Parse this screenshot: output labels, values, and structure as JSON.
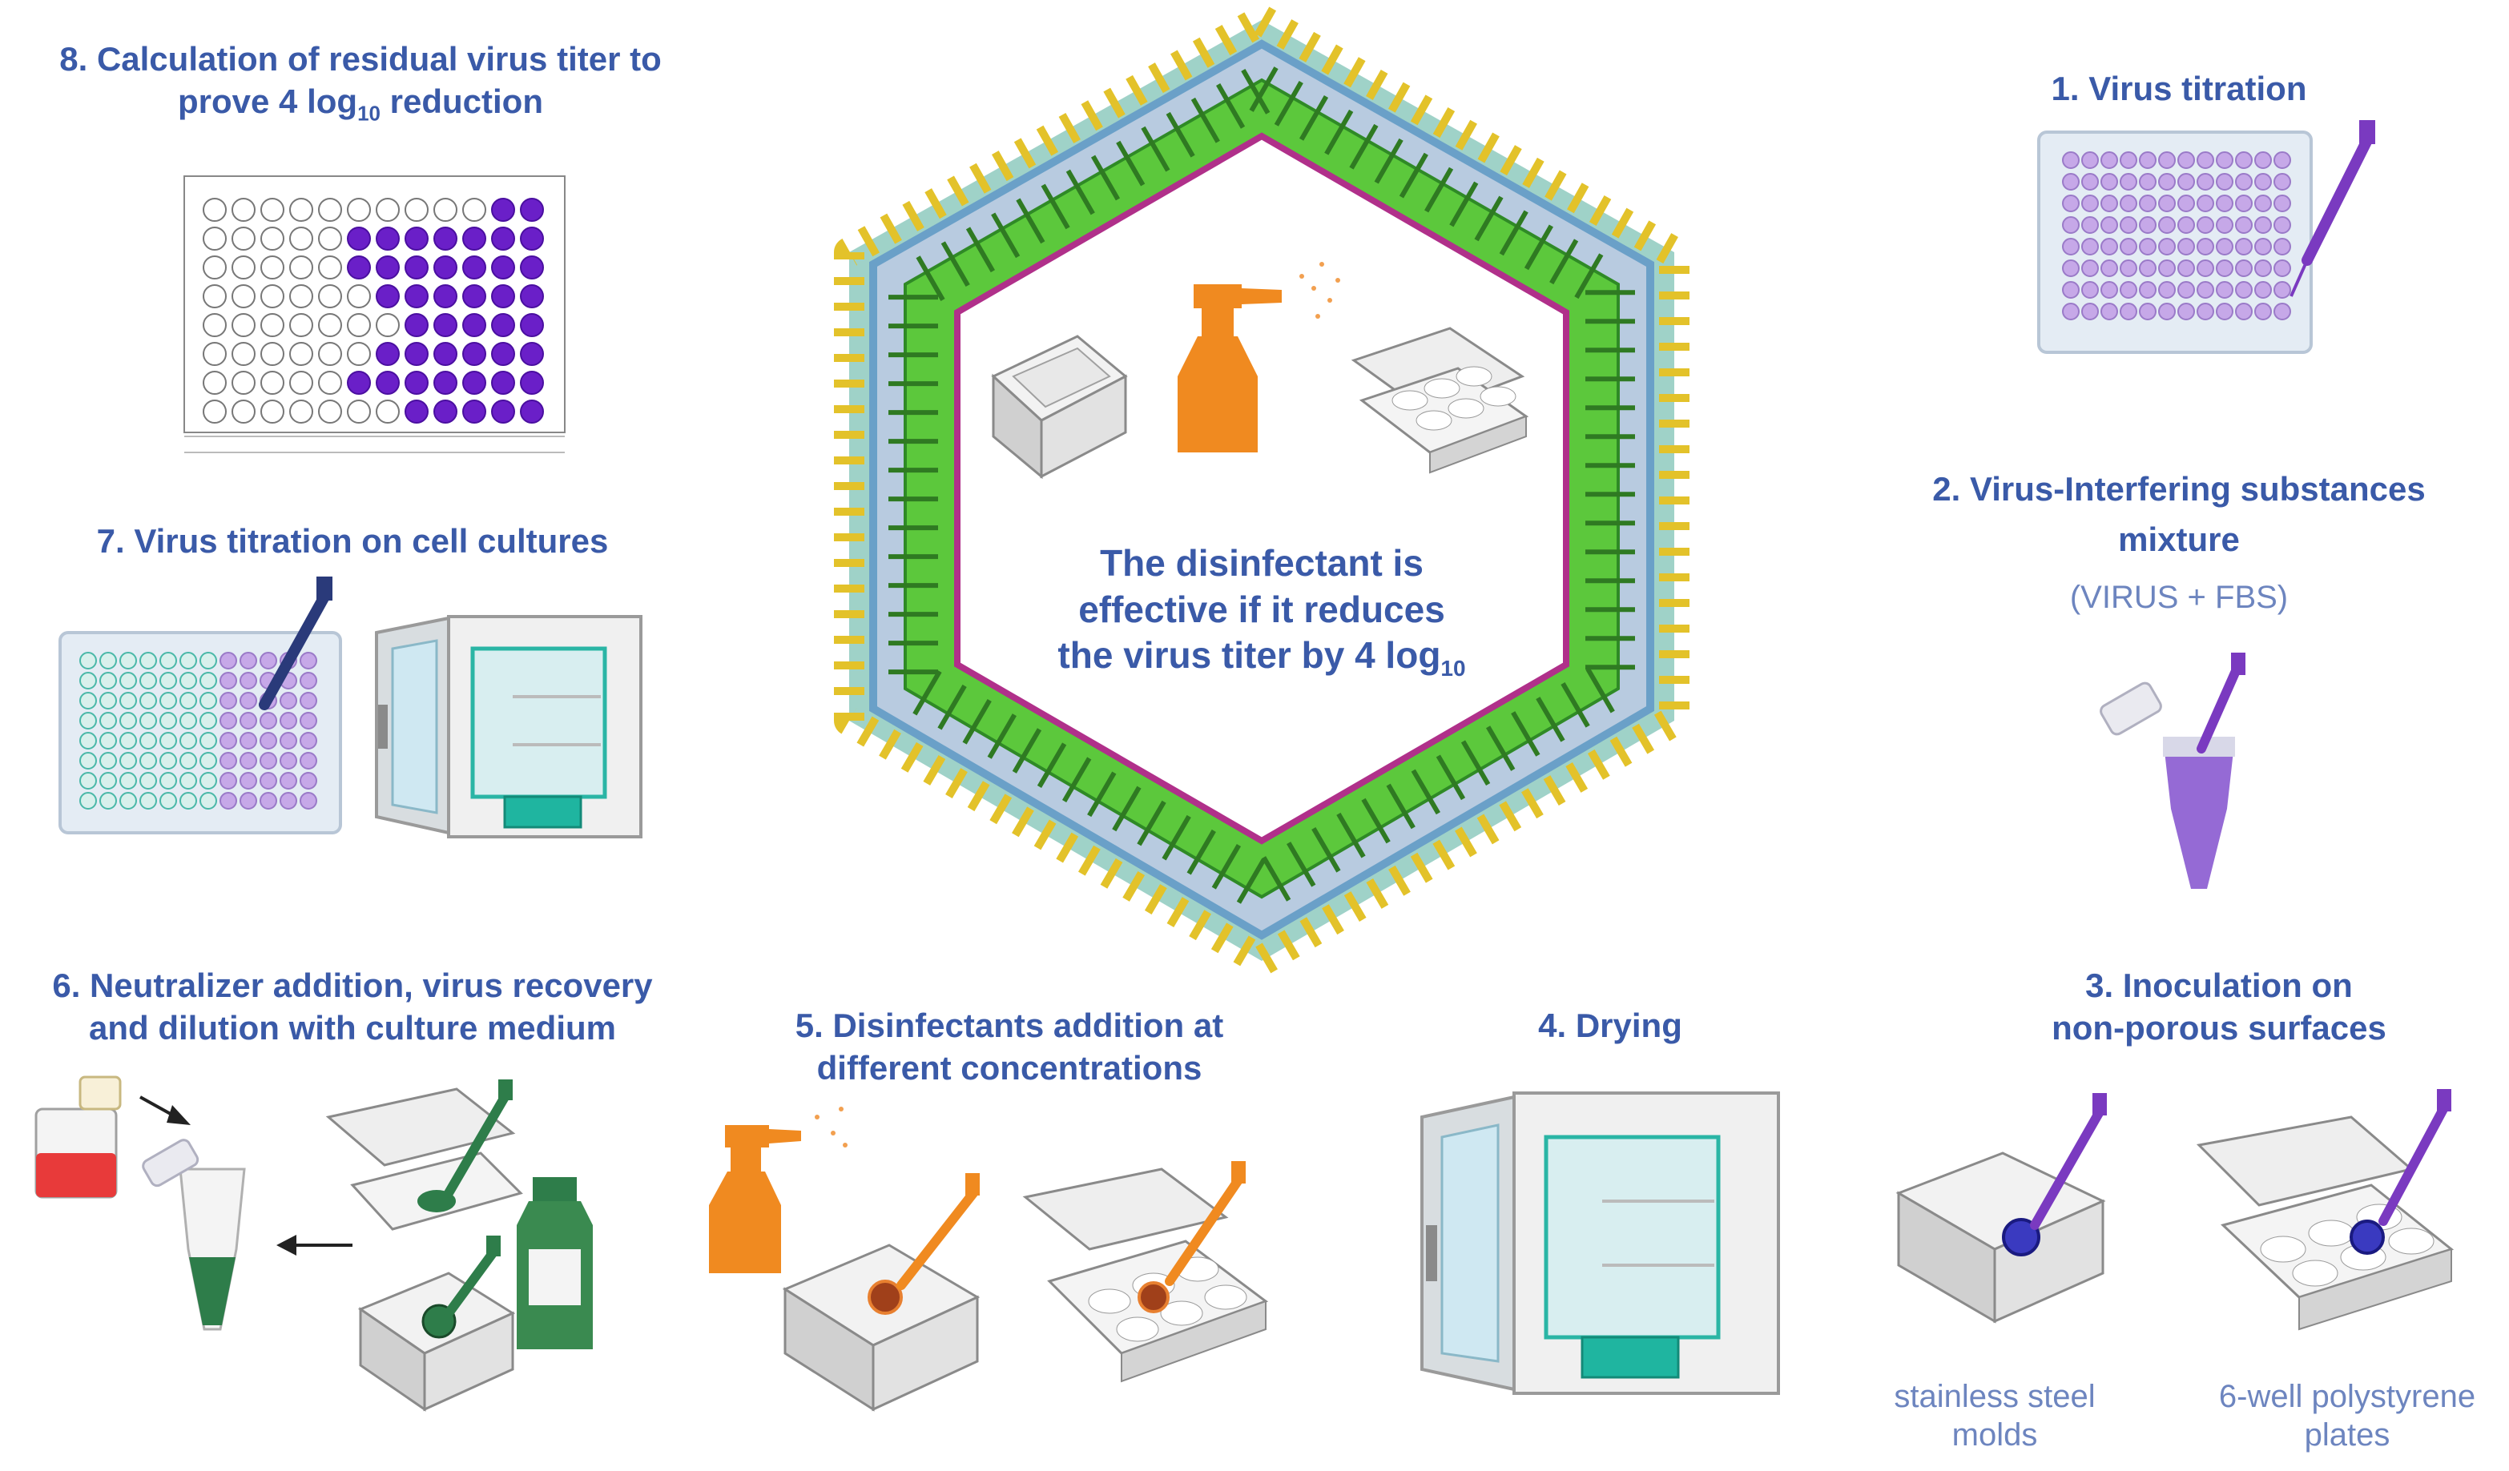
{
  "center": {
    "line1": "The disinfectant is",
    "line2": "effective if it reduces",
    "line3_main": "the virus titer by 4 log",
    "line3_sub": "10"
  },
  "steps": {
    "s1": {
      "title": "1. Virus titration"
    },
    "s2": {
      "title_line1": "2. Virus-Interfering substances",
      "title_line2": "mixture",
      "subtitle": "(VIRUS + FBS)"
    },
    "s3": {
      "title_line1": "3. Inoculation on",
      "title_line2": "non-porous surfaces",
      "caption_a_line1": "stainless steel",
      "caption_a_line2": "molds",
      "caption_b_line1": "6-well polystyrene",
      "caption_b_line2": "plates"
    },
    "s4": {
      "title": "4. Drying"
    },
    "s5": {
      "title_line1": "5. Disinfectants addition at",
      "title_line2": "different concentrations"
    },
    "s6": {
      "title_line1": "6. Neutralizer addition, virus recovery",
      "title_line2": "and dilution with culture medium"
    },
    "s7": {
      "title": "7. Virus titration on cell cultures"
    },
    "s8": {
      "title_line1": "8. Calculation of residual virus titer to",
      "title_line2_main": "prove 4 log",
      "title_line2_sub": "10",
      "title_line2_end": " reduction"
    }
  },
  "colors": {
    "label": "#3a5aa8",
    "hexagon_border": "#b0308a",
    "capsid_green": "#5cc83c",
    "spray_orange": "#f08a20",
    "virus_purple": "#6a1fc8",
    "teal": "#2ab5a5",
    "red_medium": "#e83a3a",
    "green_neutralizer": "#2e7d4a",
    "pipette_navy": "#2a3a7a"
  },
  "plate_dots_filled_per_row": [
    2,
    7,
    7,
    6,
    5,
    6,
    7,
    5
  ]
}
